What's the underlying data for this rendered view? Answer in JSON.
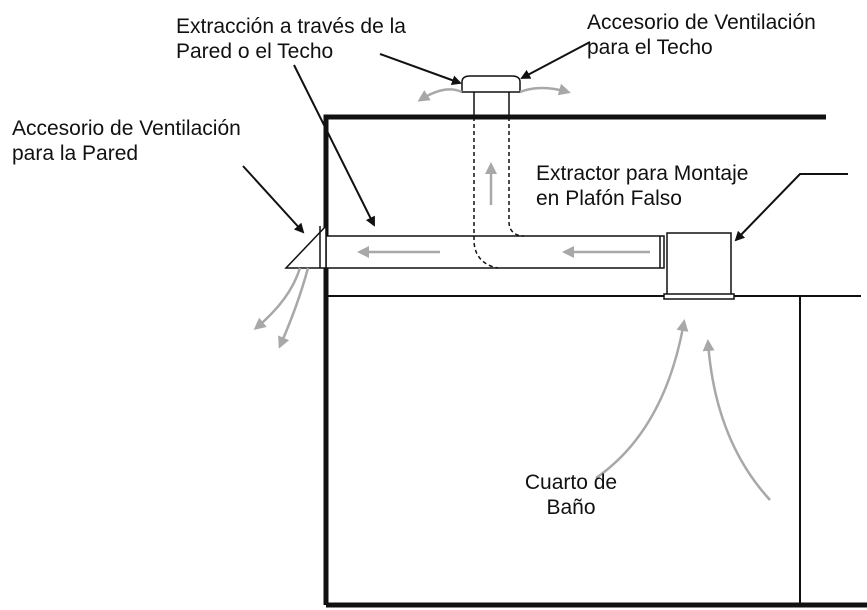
{
  "labels": {
    "wall_ceiling_exhaust": {
      "line1": "Extracción a través de la",
      "line2": "Pared o el Techo"
    },
    "roof_vent": {
      "line1": "Accesorio de Ventilación",
      "line2": "para el Techo"
    },
    "wall_vent": {
      "line1": "Accesorio de Ventilación",
      "line2": "para la Pared"
    },
    "ceiling_fan": {
      "line1": "Extractor para Montaje",
      "line2": "en Plafón Falso"
    },
    "bathroom": {
      "line1": "Cuarto de",
      "line2": "Baño"
    }
  },
  "colors": {
    "line": "#111111",
    "airflow_arrow": "#a8a8a8",
    "duct_fill": "#ffffff"
  }
}
